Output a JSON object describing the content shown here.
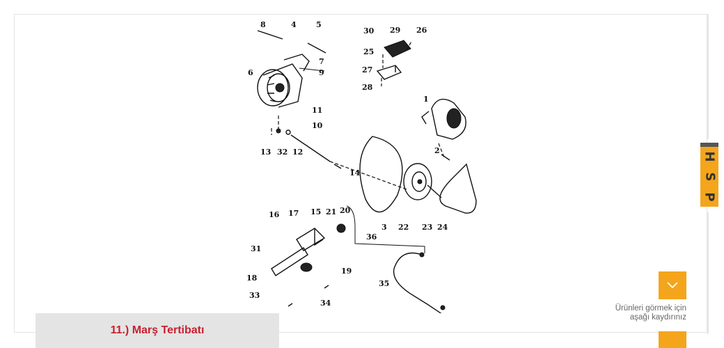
{
  "product": {
    "title": "11.) Marş Tertibatı"
  },
  "diagram": {
    "labels": [
      "8",
      "4",
      "5",
      "7",
      "9",
      "6",
      "30",
      "29",
      "26",
      "25",
      "27",
      "28",
      "1",
      "11",
      "10",
      "13",
      "32",
      "12",
      "2",
      "14",
      "3",
      "22",
      "23",
      "24",
      "16",
      "17",
      "15",
      "21",
      "20",
      "31",
      "36",
      "19",
      "18",
      "35",
      "33",
      "34"
    ]
  },
  "side_badge": {
    "letters": [
      "H",
      "S",
      "P"
    ],
    "color": "#f4a51c"
  },
  "scroll": {
    "hint_line1": "Ürünleri görmek için",
    "hint_line2": "aşağı kaydırınız",
    "icon": "chevron-down-icon"
  },
  "colors": {
    "accent": "#f4a51c",
    "title_text": "#c9202f",
    "card_bg": "#e4e4e4"
  }
}
